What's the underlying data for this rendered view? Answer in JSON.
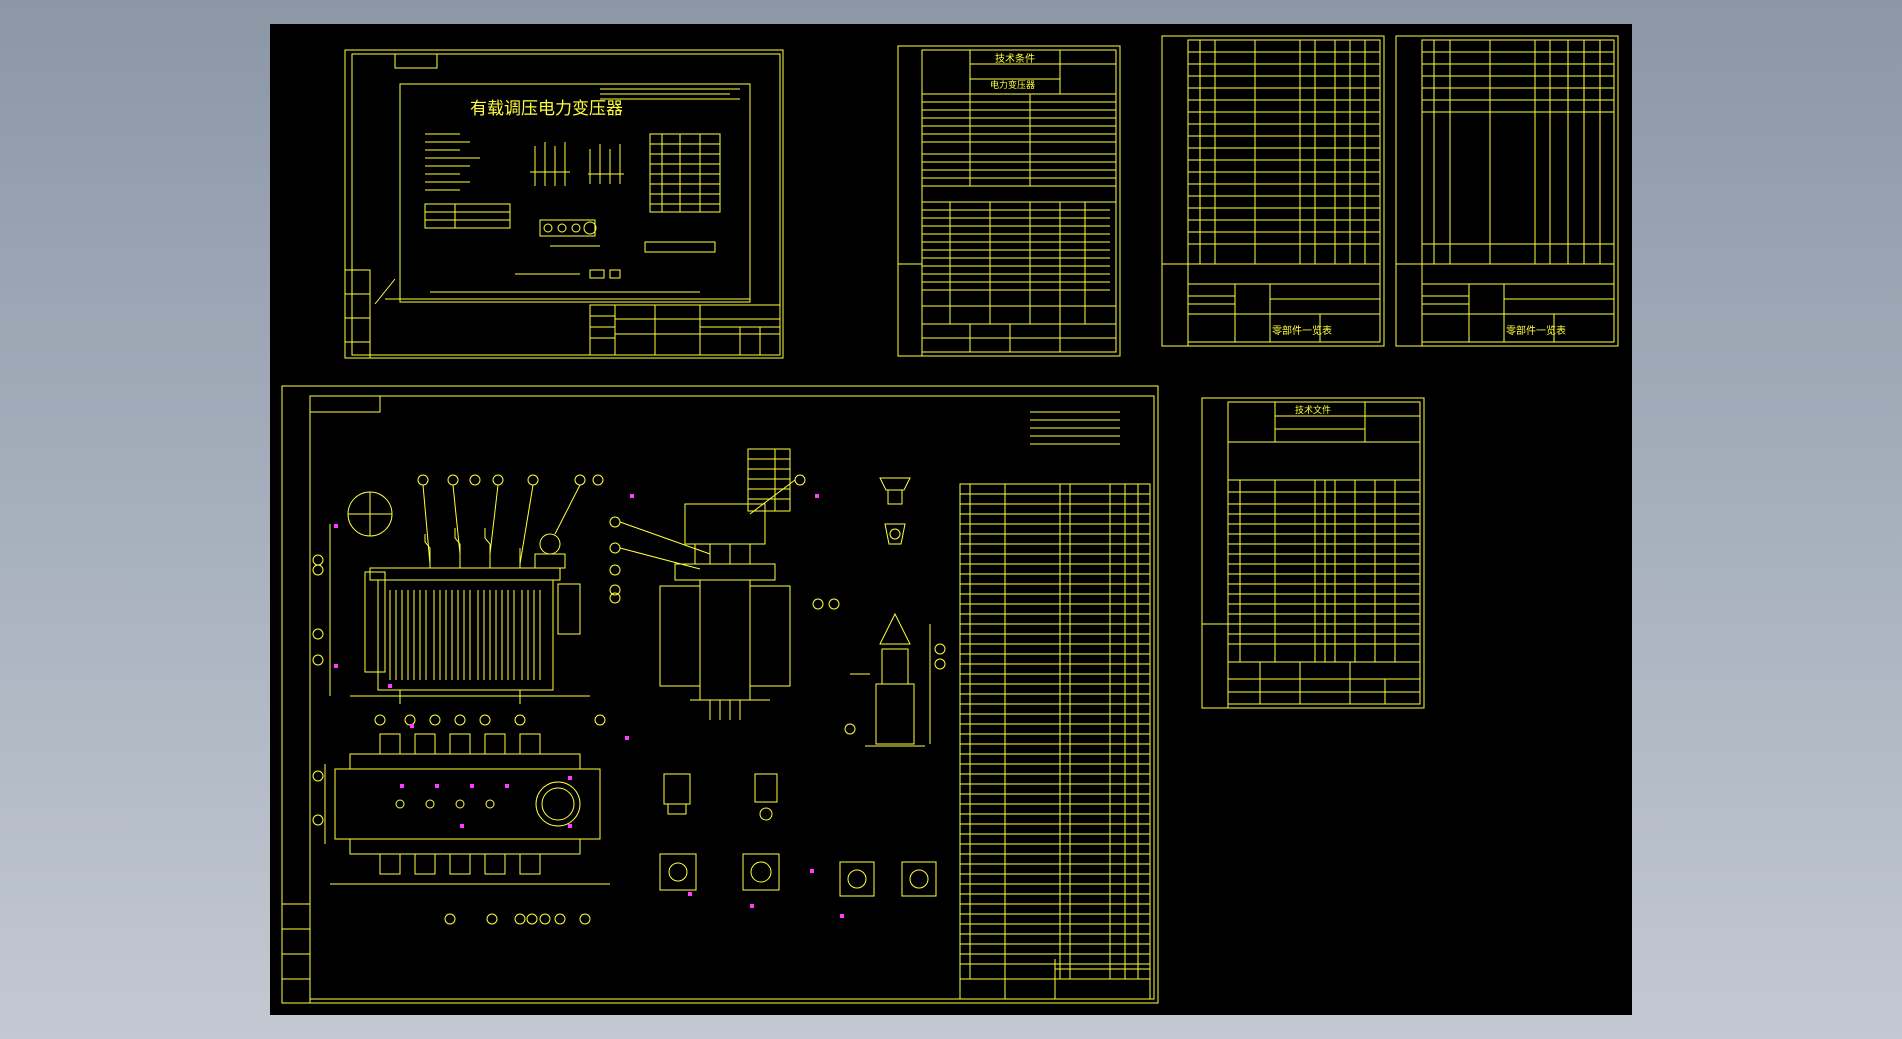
{
  "viewer": {
    "sheets": [
      {
        "id": "nameplate",
        "title": "有载调压电力变压器"
      },
      {
        "id": "tech-sheet",
        "title": "技术条件",
        "subtitle": "电力变压器"
      },
      {
        "id": "parts-list-1",
        "title": "零部件一览表"
      },
      {
        "id": "parts-list-2",
        "title": "零部件一览表"
      },
      {
        "id": "assembly",
        "title": ""
      },
      {
        "id": "tech-sheet-2",
        "title": "技术文件"
      }
    ]
  },
  "colors": {
    "background": "#000000",
    "lines": "#ffff3c",
    "accent": "#ff3cff",
    "frame": "#ffffff"
  }
}
